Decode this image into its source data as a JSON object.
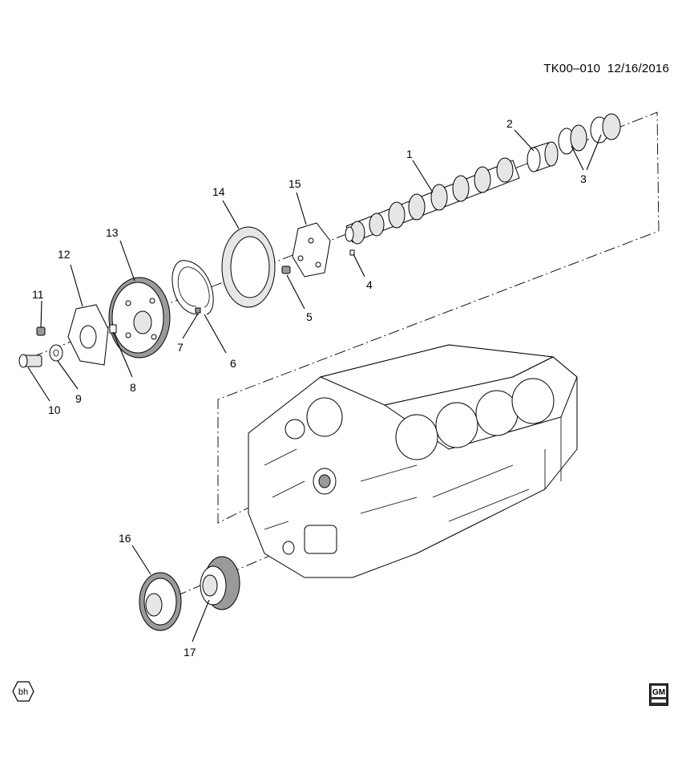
{
  "header": {
    "code": "TK00–010",
    "date": "12/16/2016"
  },
  "callouts": [
    "1",
    "2",
    "3",
    "4",
    "5",
    "6",
    "7",
    "8",
    "9",
    "10",
    "11",
    "12",
    "13",
    "14",
    "15",
    "16",
    "17"
  ],
  "logos": {
    "left": "bh",
    "right": "GM"
  },
  "icons": {
    "left": "bh-hexagon-logo",
    "right": "gm-logo"
  }
}
